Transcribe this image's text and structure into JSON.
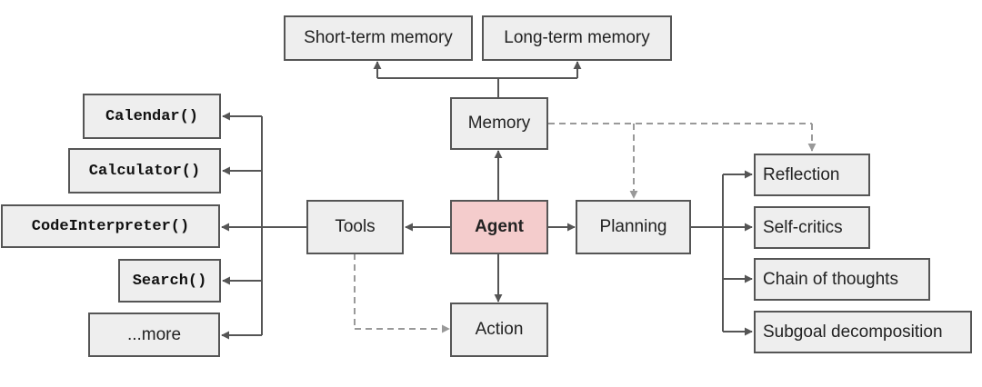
{
  "colors": {
    "node_fill": "#eeeeee",
    "node_border": "#555555",
    "agent_fill": "#f4cccc",
    "solid_edge": "#555555",
    "dashed_edge": "#999999"
  },
  "nodes": {
    "short_term_memory": "Short-term memory",
    "long_term_memory": "Long-term memory",
    "memory": "Memory",
    "agent": "Agent",
    "tools": "Tools",
    "planning": "Planning",
    "action": "Action",
    "reflection": "Reflection",
    "self_critics": "Self-critics",
    "chain_of_thoughts": "Chain of thoughts",
    "subgoal_decomposition": "Subgoal decomposition",
    "calendar": "Calendar()",
    "calculator": "Calculator()",
    "code_interpreter": "CodeInterpreter()",
    "search": "Search()",
    "more": "...more"
  }
}
